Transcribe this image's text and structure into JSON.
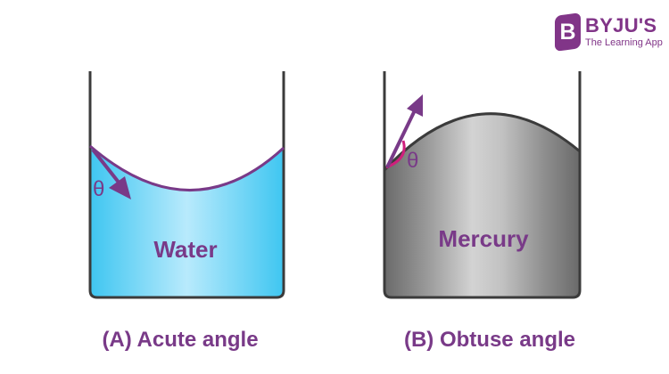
{
  "logo": {
    "badge_letter": "B",
    "name": "BYJU'S",
    "tagline": "The Learning App"
  },
  "colors": {
    "purple": "#793a88",
    "water_light": "#b8eafc",
    "water_mid": "#7dd8f6",
    "water_dark": "#3fc6f1",
    "mercury_light": "#d3d3d3",
    "mercury_dark": "#6a6a6a",
    "magenta": "#cf1f7c",
    "vessel": "#3b3b3b"
  },
  "panel_a": {
    "fluid_label": "Water",
    "angle_symbol": "θ",
    "caption": "(A) Acute angle"
  },
  "panel_b": {
    "fluid_label": "Mercury",
    "angle_symbol": "θ",
    "caption": "(B) Obtuse angle"
  }
}
